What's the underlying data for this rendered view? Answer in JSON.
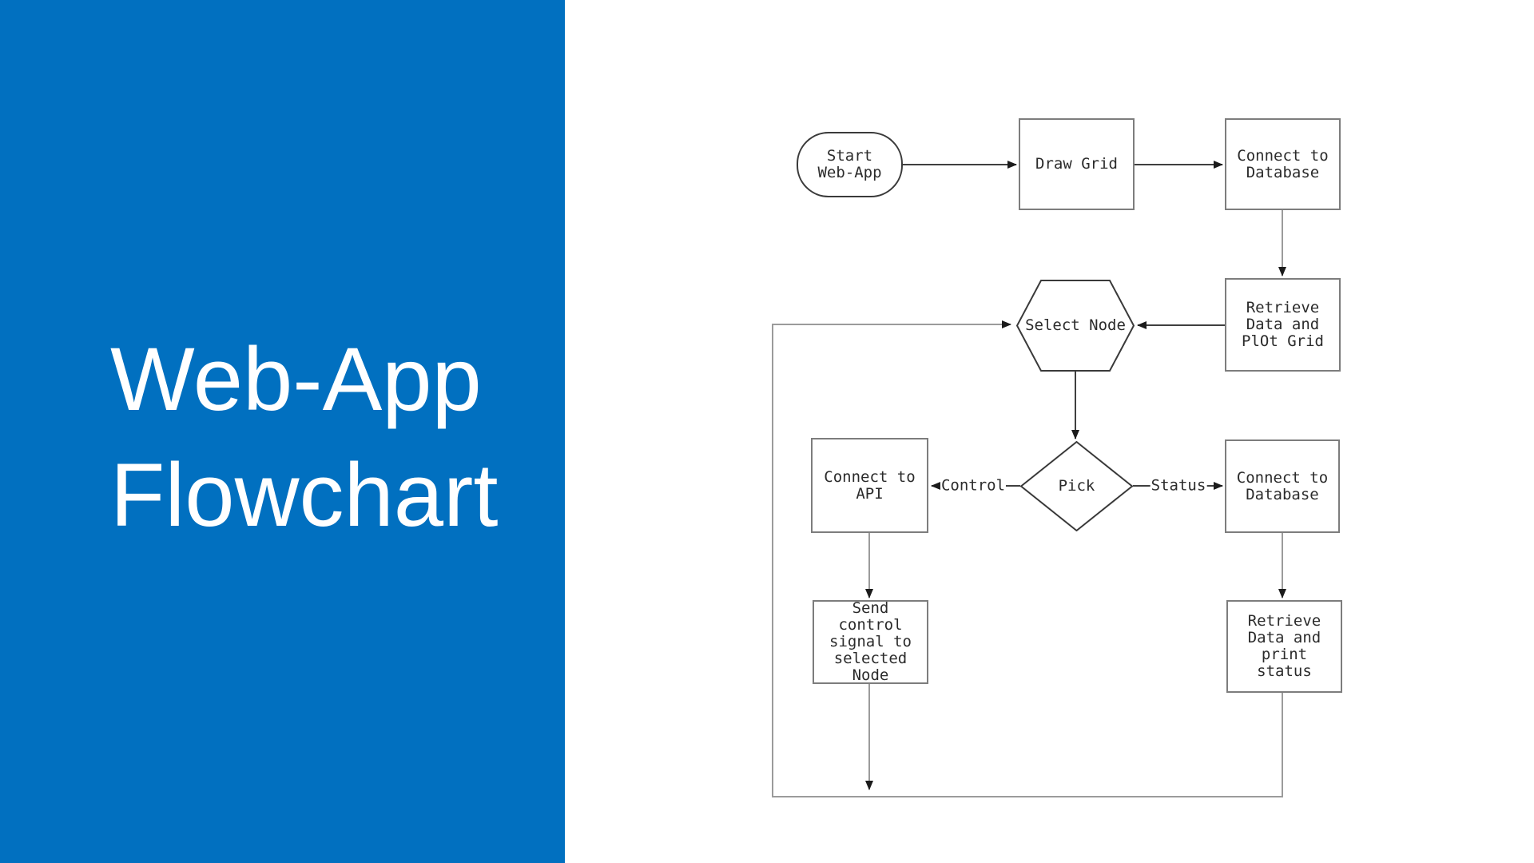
{
  "slide": {
    "panel_title_lines": [
      "Web-App",
      "Flowchart"
    ],
    "panel_color": "#0170C0",
    "title_color": "#FFFFFF"
  },
  "flowchart": {
    "nodes": {
      "start": {
        "shape": "terminator",
        "label": "Start\nWeb-App"
      },
      "draw_grid": {
        "shape": "process",
        "label": "Draw Grid"
      },
      "connect_db_top": {
        "shape": "process",
        "label": "Connect to\nDatabase"
      },
      "retrieve_plot": {
        "shape": "process",
        "label": "Retrieve\nData and\nPlOt Grid"
      },
      "select_node": {
        "shape": "hexagon",
        "label": "Select Node"
      },
      "pick": {
        "shape": "decision",
        "label": "Pick"
      },
      "connect_api": {
        "shape": "process",
        "label": "Connect to\nAPI"
      },
      "connect_db_right": {
        "shape": "process",
        "label": "Connect to\nDatabase"
      },
      "send_control": {
        "shape": "process",
        "label": "Send\ncontrol\nsignal to\nselected\nNode"
      },
      "retrieve_print": {
        "shape": "process",
        "label": "Retrieve\nData and\nprint\nstatus"
      }
    },
    "edge_labels": {
      "control": "Control",
      "status": "Status"
    },
    "colors": {
      "line_dark": "#3F3F3F",
      "line_gray": "#9B9B9B",
      "box_border": "#7D7D7D",
      "shape_border": "#3A3A3A",
      "arrowhead": "#1B1B1B",
      "node_text": "#2B2B2B"
    }
  }
}
